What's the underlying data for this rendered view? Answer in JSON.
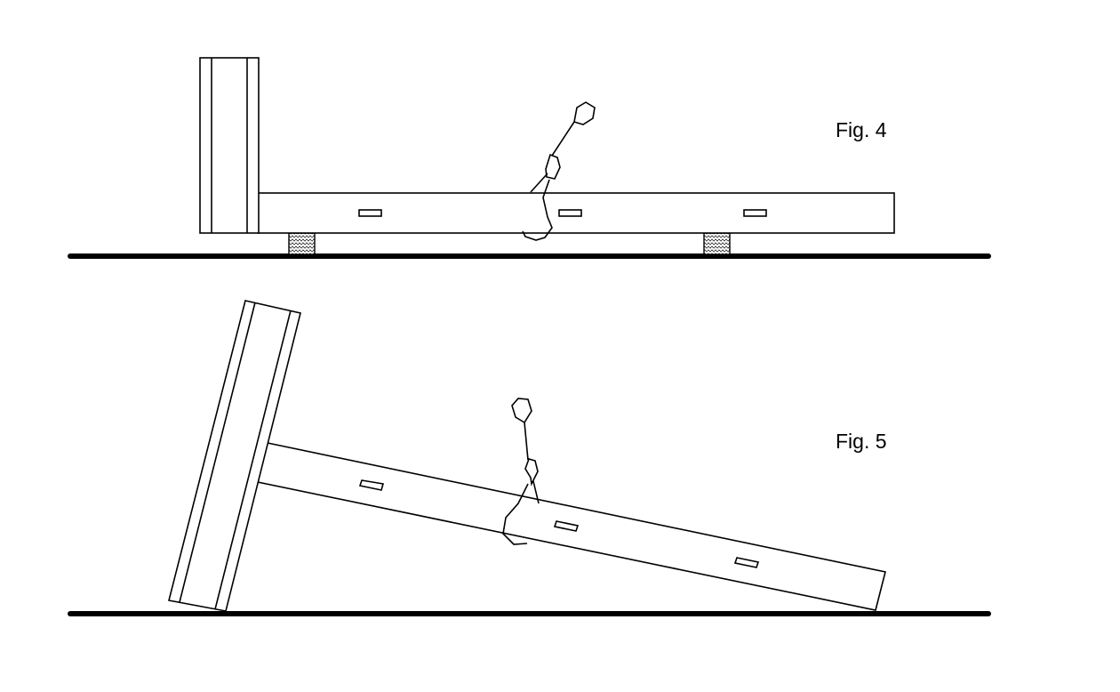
{
  "figures": [
    {
      "label": "Fig. 4",
      "state": "level"
    },
    {
      "label": "Fig. 5",
      "state": "tilted"
    }
  ],
  "colors": {
    "line": "#000000",
    "background": "#ffffff"
  }
}
